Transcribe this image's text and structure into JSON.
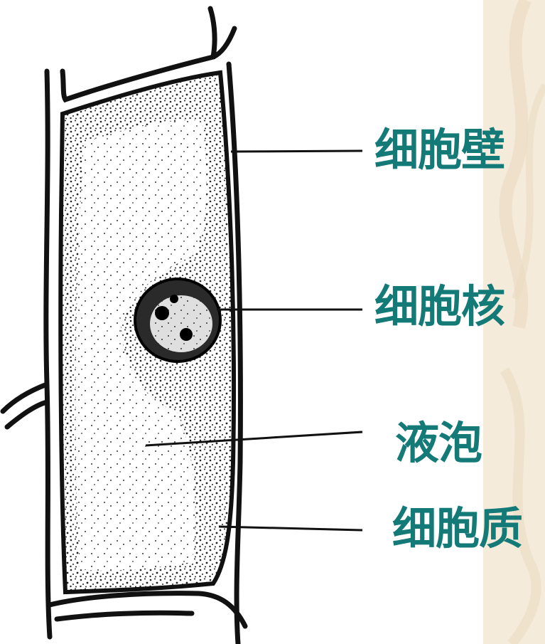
{
  "labels": {
    "cell_wall": "细胞壁",
    "nucleus": "细胞核",
    "vacuole": "液泡",
    "cytoplasm": "细胞质"
  },
  "colors": {
    "label_text": "#147a78",
    "line": "#111111",
    "side_panel": "#f4ebdb",
    "side_panel_swirl": "#ead9bf"
  }
}
